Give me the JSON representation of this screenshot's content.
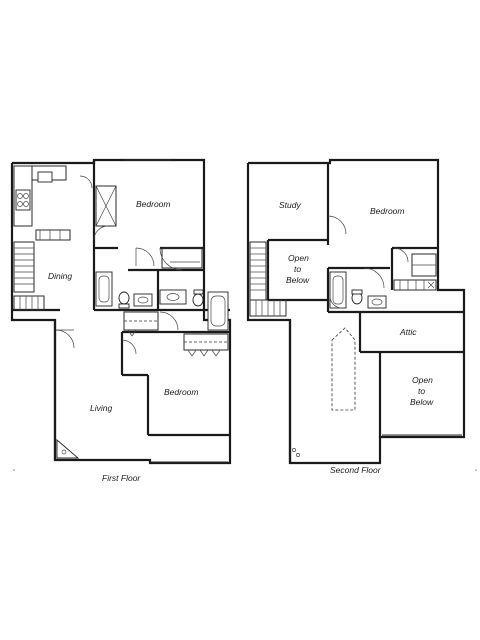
{
  "first_floor": {
    "caption": "First Floor",
    "rooms": {
      "bedroom_top": "Bedroom",
      "dining": "Dining",
      "living": "Living",
      "bedroom_bottom": "Bedroom"
    }
  },
  "second_floor": {
    "caption": "Second Floor",
    "rooms": {
      "study": "Study",
      "bedroom": "Bedroom",
      "open_line1": "Open",
      "open_line2": "to",
      "open_line3": "Below",
      "attic": "Attic",
      "open2_line1": "Open",
      "open2_line2": "to",
      "open2_line3": "Below"
    }
  }
}
